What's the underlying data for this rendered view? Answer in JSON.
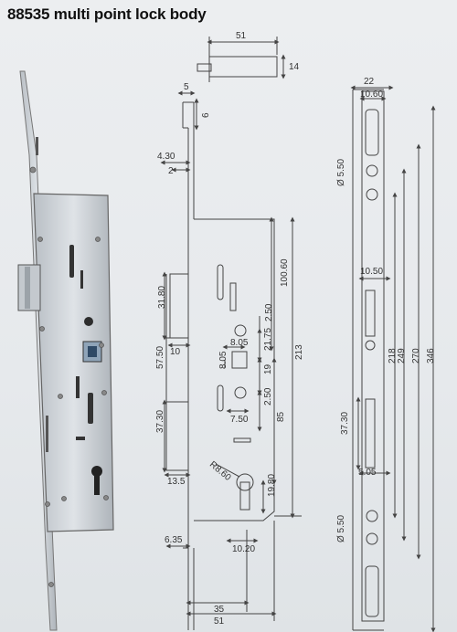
{
  "title": "88535 multi point lock body",
  "colors": {
    "line": "#444444",
    "metal": "#c9ced3",
    "background": "#e9ecef"
  },
  "top_view": {
    "width": "51",
    "height": "14"
  },
  "side_view": {
    "d_5": "5",
    "d_6": "6",
    "d_430": "4.30",
    "d_2": "2",
    "d_3180": "31.80",
    "d_10": "10",
    "d_5750": "57.50",
    "d_3730": "37.30",
    "d_135": "13.5",
    "d_635": "6.35",
    "d_35": "35",
    "d_51": "51"
  },
  "front_view": {
    "d_10060": "100.60",
    "d_250a": "2.50",
    "d_805": "8.05",
    "d_2175": "21.75",
    "d_805b": "8.05",
    "d_19": "19",
    "d_250b": "2.50",
    "d_750": "7.50",
    "d_85": "85",
    "d_213": "213",
    "d_r860": "R8.60",
    "d_1980": "19.80",
    "d_1020": "10.20"
  },
  "rear_view": {
    "d_22": "22",
    "d_1060": "10.60",
    "d_550a": "Ø 5.50",
    "d_1050": "10.50",
    "d_218": "218",
    "d_249": "249",
    "d_270": "270",
    "d_346": "346",
    "d_3730": "37.30",
    "d_505": "5.05",
    "d_550b": "Ø 5.50"
  }
}
